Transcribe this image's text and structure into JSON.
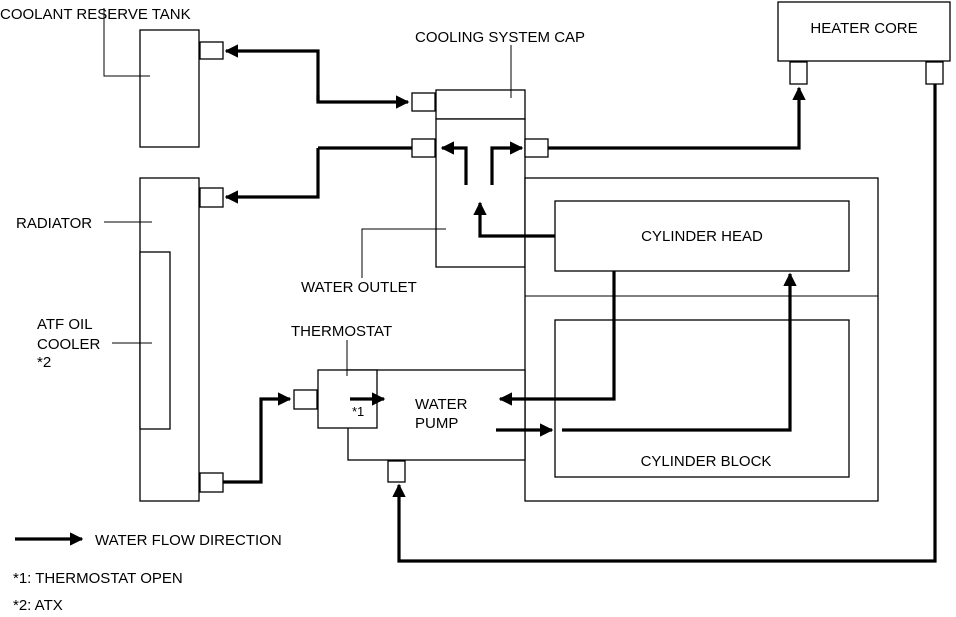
{
  "labels": {
    "coolant_reserve_tank": "COOLANT RESERVE TANK",
    "cooling_system_cap": "COOLING SYSTEM CAP",
    "heater_core": "HEATER CORE",
    "radiator": "RADIATOR",
    "cylinder_head": "CYLINDER HEAD",
    "water_outlet": "WATER OUTLET",
    "atf_oil_cooler_line1": "ATF OIL",
    "atf_oil_cooler_line2": "COOLER",
    "atf_oil_cooler_note": "*2",
    "thermostat": "THERMOSTAT",
    "thermostat_note": "*1",
    "water_pump_line1": "WATER",
    "water_pump_line2": "PUMP",
    "cylinder_block": "CYLINDER BLOCK"
  },
  "legend": {
    "flow_direction": "WATER FLOW DIRECTION",
    "note1": "*1: THERMOSTAT OPEN",
    "note2": "*2: ATX"
  },
  "colors": {
    "line": "#000000",
    "background": "#ffffff"
  }
}
